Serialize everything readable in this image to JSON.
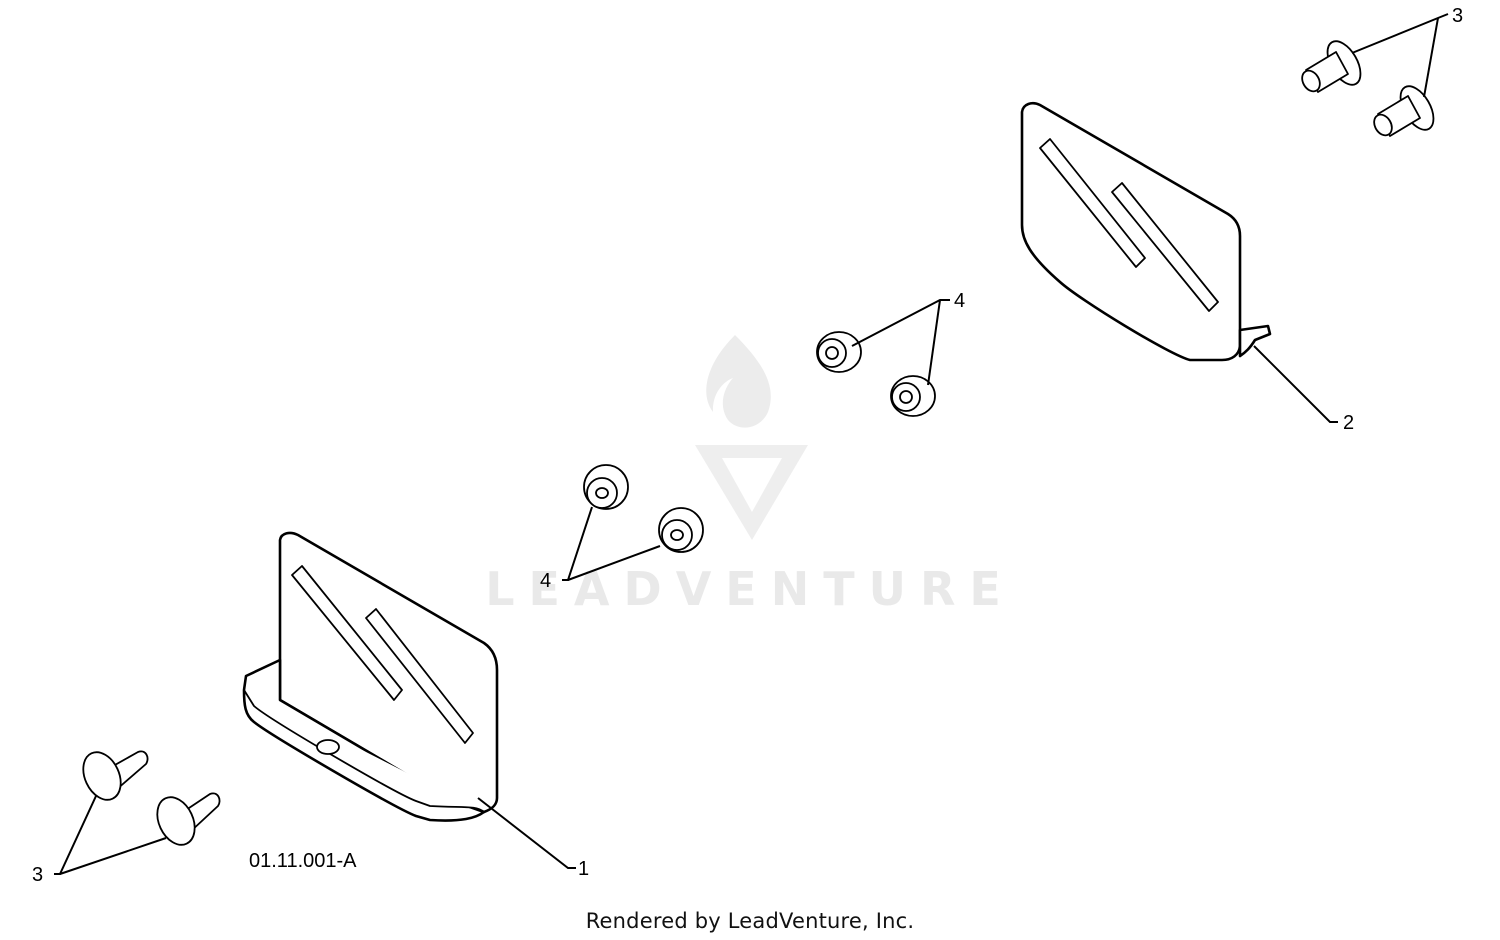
{
  "diagram": {
    "figure_id": "01.11.001-A",
    "credit": "Rendered by LeadVenture, Inc.",
    "watermark": "LEADVENTURE",
    "colors": {
      "line": "#000000",
      "background": "#ffffff",
      "watermark": "#e9e9e9"
    },
    "callouts": {
      "part1": "1",
      "part2": "2",
      "bolts_top": "3",
      "bolts_bottom": "3",
      "nuts_upper": "4",
      "nuts_lower": "4"
    }
  }
}
